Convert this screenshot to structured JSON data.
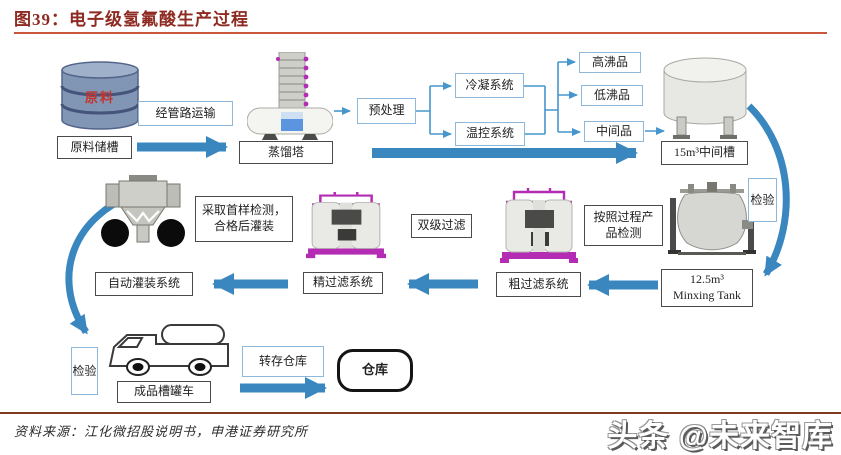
{
  "header": {
    "title": "图39：电子级氢氟酸生产过程"
  },
  "flow": {
    "barrel_label": "原料",
    "raw_storage": "原料储槽",
    "pipeline_transport": "经管路运输",
    "distillation_tower": "蒸馏塔",
    "pretreatment": "预处理",
    "condensation_system": "冷凝系统",
    "temperature_control_system": "温控系统",
    "high_boiling_product": "高沸品",
    "low_boiling_product": "低沸品",
    "intermediate_product": "中间品",
    "intermediate_tank": "15m³中间槽",
    "inspection_right": "检验",
    "mixing_tank": "12.5m³\nMinxing Tank",
    "process_product_test": "按照过程产品检测",
    "coarse_filtration_system": "粗过滤系统",
    "dual_stage_filtration": "双级过滤",
    "fine_filtration_system": "精过滤系统",
    "first_sample_test": "采取首样检测，合格后灌装",
    "auto_filling_system": "自动灌装系统",
    "inspection_left": "检验",
    "finished_tanker_truck": "成品槽罐车",
    "transfer_warehouse": "转存仓库",
    "warehouse": "仓库"
  },
  "footer": {
    "source": "资料来源：江化微招股说明书，申港证券研究所",
    "watermark": "头条 @未来智库"
  },
  "colors": {
    "title": "#8E2A21",
    "title_underline": "#C9573B",
    "footer_line": "#7E3A1F",
    "arrow_blue": "#3A87C0",
    "connector_blue": "#4596CD",
    "equipment_magenta": "#B32CB3",
    "barrel_text_red": "#C2342C"
  }
}
